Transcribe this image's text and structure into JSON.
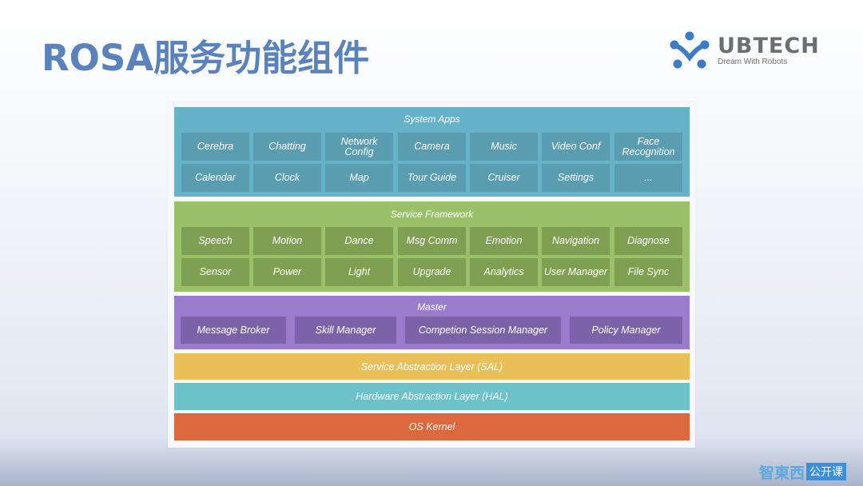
{
  "slide": {
    "title": "ROSA服务功能组件"
  },
  "logo": {
    "name": "UBTECH",
    "tagline": "Dream With Robots",
    "color": "#3b7cc4"
  },
  "diagram": {
    "system_apps": {
      "title": "System Apps",
      "color": "#66b3c9",
      "row1": [
        "Cerebra",
        "Chatting",
        "Network Config",
        "Camera",
        "Music",
        "Video Conf",
        "Face Recognition"
      ],
      "row2": [
        "Calendar",
        "Clock",
        "Map",
        "Tour Guide",
        "Cruiser",
        "Settings",
        "..."
      ]
    },
    "service_framework": {
      "title": "Service Framework",
      "color": "#9bc06a",
      "row1": [
        "Speech",
        "Motion",
        "Dance",
        "Msg Comm",
        "Emotion",
        "Navigation",
        "Diagnose"
      ],
      "row2": [
        "Sensor",
        "Power",
        "Light",
        "Upgrade",
        "Analytics",
        "User Manager",
        "File Sync"
      ]
    },
    "master": {
      "title": "Master",
      "color": "#997ccb",
      "items": [
        "Message Broker",
        "Skill Manager",
        "Competion Session Manager",
        "Policy Manager"
      ]
    },
    "sal": {
      "title": "Service Abstraction Layer (SAL)",
      "color": "#e9bf58"
    },
    "hal": {
      "title": "Hardware Abstraction Layer (HAL)",
      "color": "#6cc2c8"
    },
    "kernel": {
      "title": "OS Kernel",
      "color": "#dc693d"
    }
  },
  "watermark": {
    "brand": "智東西",
    "tag": "公开课"
  }
}
